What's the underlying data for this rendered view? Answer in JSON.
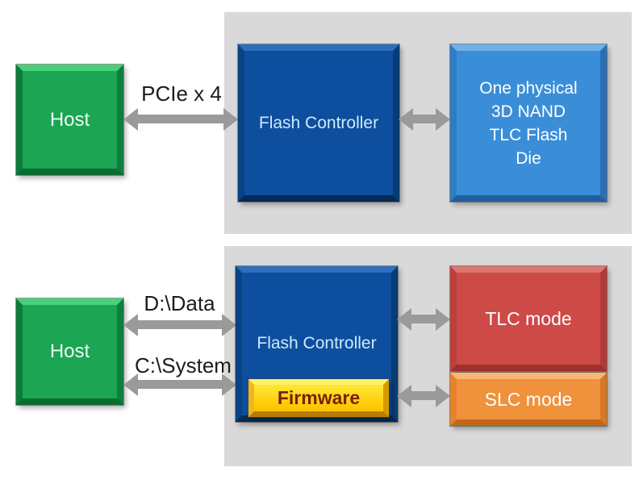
{
  "top_diagram": {
    "host": "Host",
    "bus": "PCIe x 4",
    "controller": "Flash Controller",
    "nand_lines": [
      "One physical",
      "3D NAND",
      "TLC Flash",
      "Die"
    ]
  },
  "bottom_diagram": {
    "host": "Host",
    "data_bus": "D:\\Data",
    "system_bus": "C:\\System",
    "controller": "Flash Controller",
    "firmware": "Firmware",
    "tlc": "TLC mode",
    "slc": "SLC mode"
  },
  "colors": {
    "panel_gray": "#d9d9d9",
    "host_green": "#1ca553",
    "controller_dark_blue": "#0d4f9e",
    "nand_light_blue": "#3a8ed8",
    "tlc_red": "#cd4a47",
    "slc_orange": "#f0913b",
    "firmware_gold": "#fdc500",
    "firmware_text": "#7a2104",
    "arrow_gray": "#9a9a9a",
    "label_text": "#1c1c1c"
  }
}
